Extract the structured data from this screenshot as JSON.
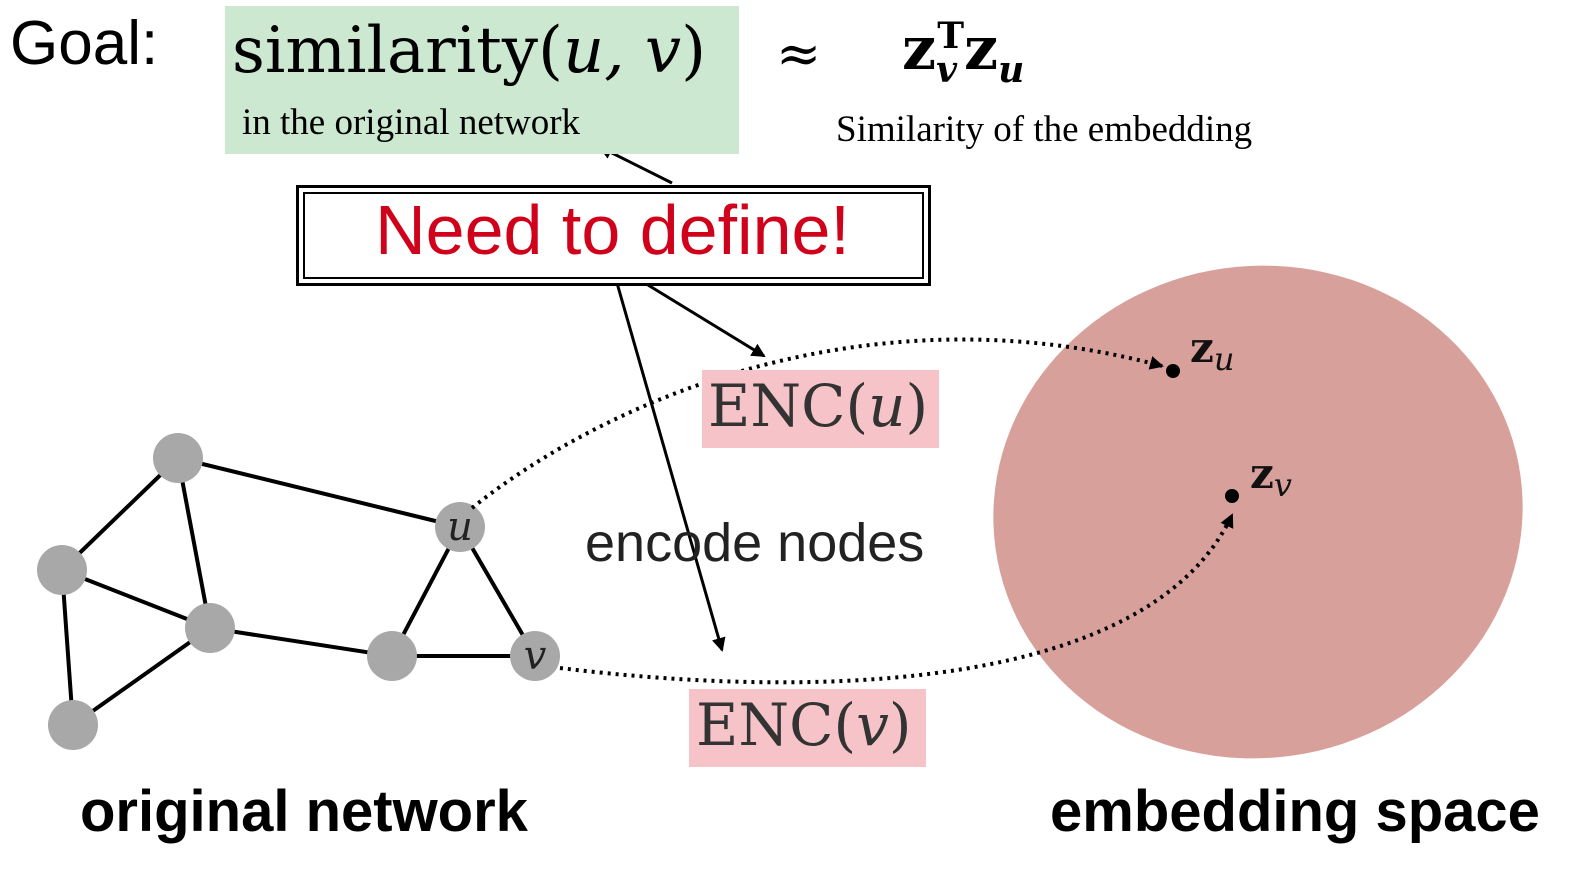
{
  "goal": {
    "label": "Goal:",
    "similarity_fn": "similarity",
    "similarity_args": "u, v",
    "similarity_caption": "in the original network",
    "approx": "≈",
    "embed_z": "z",
    "embed_sub_v": "v",
    "embed_sup_T": "T",
    "embed_sub_u": "u",
    "embed_caption": "Similarity of the embedding"
  },
  "callout": {
    "text": "Need to define!"
  },
  "encoders": {
    "enc_name": "ENC",
    "u_arg": "u",
    "v_arg": "v"
  },
  "encode_label": "encode nodes",
  "network": {
    "node_u_label": "u",
    "node_v_label": "v",
    "node_color": "#a8a8a8"
  },
  "embedding": {
    "z_label": "z",
    "zu_sub": "u",
    "zv_sub": "v",
    "region_color": "#d8a09a"
  },
  "footer": {
    "original_network": "original network",
    "embedding_space": "embedding space"
  }
}
